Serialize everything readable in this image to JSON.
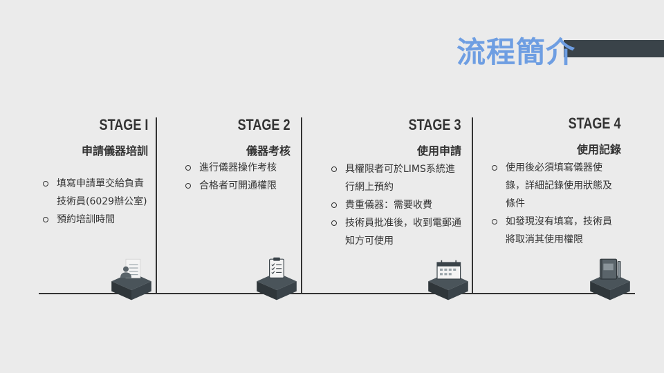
{
  "title": "流程簡介",
  "stages": [
    {
      "label": "STAGE I",
      "name": "申請儀器培訓",
      "bullets": [
        "填寫申請單交給負責技術員(6029辦公室)",
        "預約培訓時間"
      ],
      "icon": "resume-person-icon"
    },
    {
      "label": "STAGE 2",
      "name": "儀器考核",
      "bullets": [
        "進行儀器操作考核",
        "合格者可開通權限"
      ],
      "icon": "clipboard-checklist-icon"
    },
    {
      "label": "STAGE 3",
      "name": "使用申請",
      "bullets": [
        "具權限者可於LIMS系統進行網上預約",
        "貴重儀器：需要收費",
        "技術員批准後，收到電郵通知方可使用"
      ],
      "icon": "calendar-icon"
    },
    {
      "label": "STAGE 4",
      "name": "使用記錄",
      "bullets": [
        "使用後必須填寫儀器使錄，詳細記錄使用狀態及條件",
        "如發現沒有填寫，技術員將取消其使用權限"
      ],
      "icon": "notebook-pen-icon"
    }
  ],
  "colors": {
    "title": "#6e9ee2",
    "dark": "#3a4349",
    "background": "#ebebeb"
  }
}
